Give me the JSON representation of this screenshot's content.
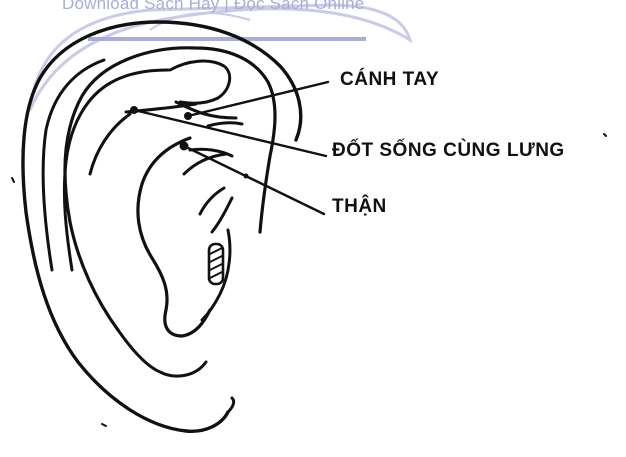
{
  "watermark": {
    "text": "Download Sách Hay | Đọc Sách Online",
    "color": "#a9acd8"
  },
  "labels": {
    "arm": "CÁNH TAY",
    "sacral_vertebra": "ĐỐT SỐNG CÙNG LƯNG",
    "kidney": "THẬN"
  },
  "colors": {
    "ink": "#111111",
    "background": "#ffffff"
  }
}
